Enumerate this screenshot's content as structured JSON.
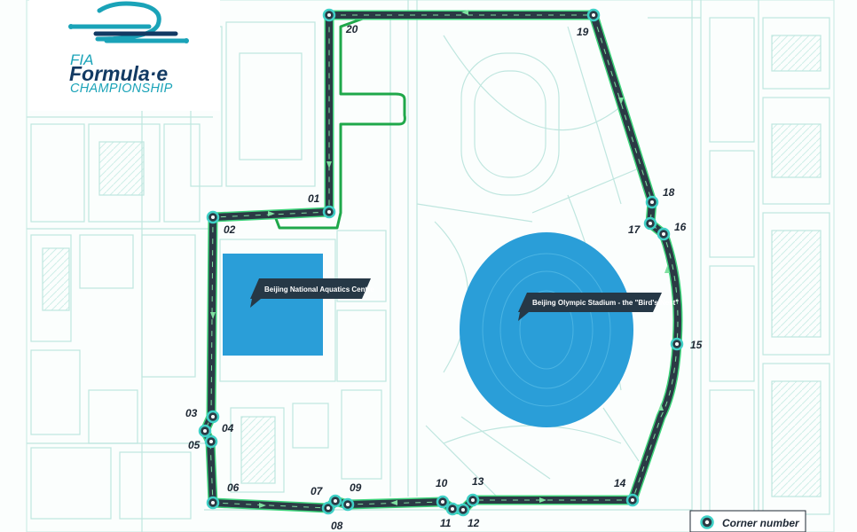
{
  "logo": {
    "line1": "FIA",
    "line2": "Formula·e",
    "line3": "CHAMPIONSHIP"
  },
  "venues": {
    "aquatics": "Beijing National Aquatics Centre",
    "stadium": "Beijing Olympic Stadium - the \"Bird's Nest\""
  },
  "corners": [
    "01",
    "02",
    "03",
    "04",
    "05",
    "06",
    "07",
    "08",
    "09",
    "10",
    "11",
    "12",
    "13",
    "14",
    "15",
    "16",
    "17",
    "18",
    "19",
    "20"
  ],
  "legend": {
    "label": "Corner number"
  },
  "colors": {
    "track": "#2b3a45",
    "track_outline": "#3ed57b",
    "pit_lane": "#1fa84a",
    "marker_ring": "#3fd0c6",
    "venue_fill": "#2a9ed8",
    "map_lines": "#bfe6df",
    "callout": "#263846"
  }
}
